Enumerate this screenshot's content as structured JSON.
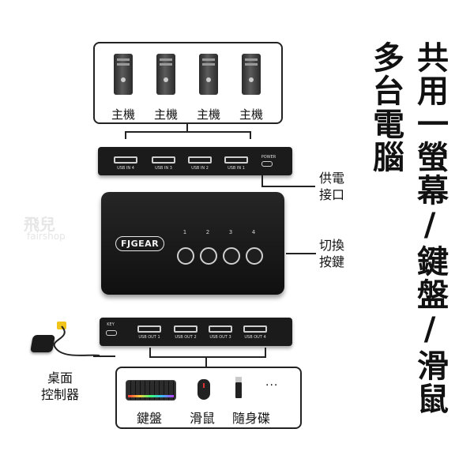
{
  "title": {
    "main": "共用一螢幕/鍵盤/滑鼠",
    "sub": "多台電腦"
  },
  "hosts": {
    "items": [
      {
        "label": "主機"
      },
      {
        "label": "主機"
      },
      {
        "label": "主機"
      },
      {
        "label": "主機"
      }
    ]
  },
  "back_panel": {
    "ports": [
      "USB IN 4",
      "USB IN 3",
      "USB IN 2",
      "USB IN 1"
    ],
    "power_port_label": "POWER"
  },
  "switch_unit": {
    "brand": "FJGEAR",
    "buttons": [
      "1",
      "2",
      "3",
      "4"
    ]
  },
  "front_panel": {
    "key_label": "KEY",
    "ports": [
      "USB OUT 1",
      "USB OUT 2",
      "USB OUT 3",
      "USB OUT 4"
    ]
  },
  "callouts": {
    "power": "供電\n接口",
    "switch_buttons": "切換\n按鍵",
    "desktop_controller": "桌面\n控制器"
  },
  "peripherals": {
    "items": [
      {
        "label": "鍵盤",
        "icon": "keyboard-icon"
      },
      {
        "label": "滑鼠",
        "icon": "mouse-icon"
      },
      {
        "label": "隨身碟",
        "icon": "usb-drive-icon"
      }
    ],
    "more": "···"
  },
  "watermark": {
    "logo": "飛兒",
    "text": "fairshop"
  }
}
